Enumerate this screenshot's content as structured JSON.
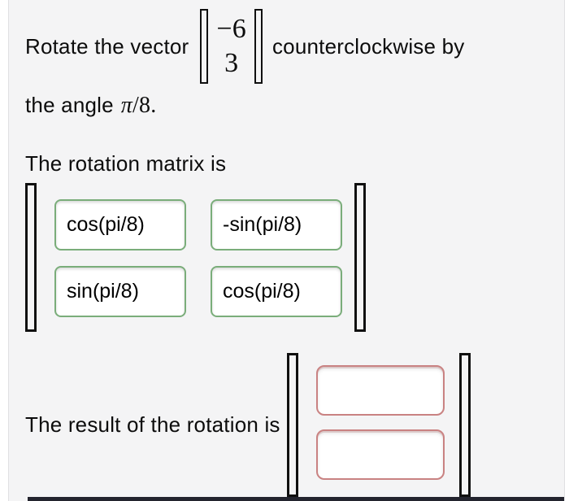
{
  "colors": {
    "panel_bg": "#f4f4f5",
    "green_border": "#7aad7a",
    "red_border": "#c98282",
    "bottom_bar": "#23242e"
  },
  "problem": {
    "text_before_vector": "Rotate the vector",
    "vector_top": "−6",
    "vector_bottom": "3",
    "text_after_vector": "counterclockwise by",
    "line2_before": "the angle",
    "angle_pi": "π",
    "angle_rest": "/8."
  },
  "matrix_section": {
    "label": "The rotation matrix is",
    "entries": [
      [
        "cos(pi/8)",
        "-sin(pi/8)"
      ],
      [
        "sin(pi/8)",
        "cos(pi/8)"
      ]
    ]
  },
  "result_section": {
    "label": "The result of the rotation is",
    "entries": [
      "",
      ""
    ]
  }
}
